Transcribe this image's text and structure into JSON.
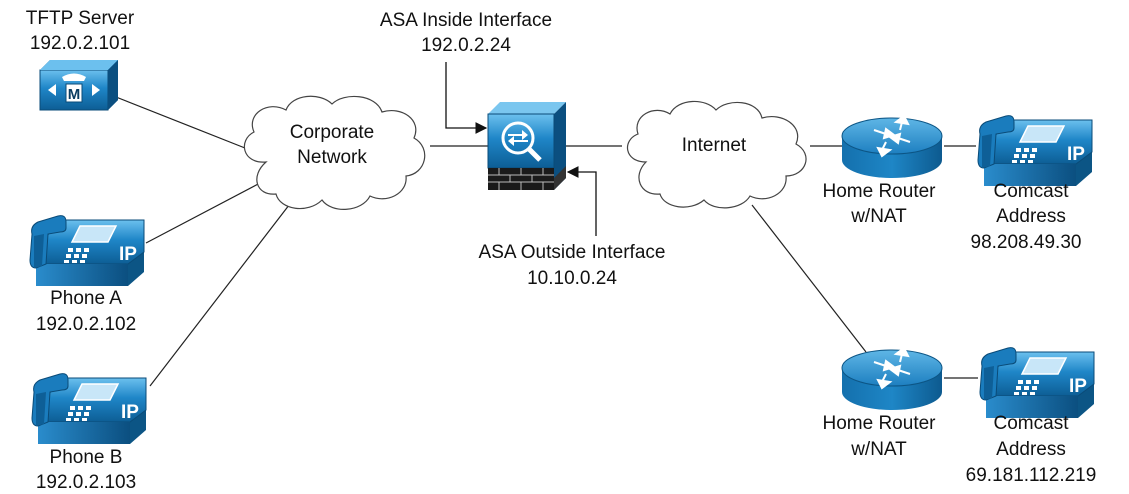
{
  "tftp_server": {
    "name": "TFTP Server",
    "ip": "192.0.2.101",
    "icon": "call-manager-icon"
  },
  "phone_a": {
    "name": "Phone A",
    "ip": "192.0.2.102",
    "icon": "ip-phone-icon",
    "badge": "IP"
  },
  "phone_b": {
    "name": "Phone B",
    "ip": "192.0.2.103",
    "icon": "ip-phone-icon",
    "badge": "IP"
  },
  "corporate_network": {
    "line1": "Corporate",
    "line2": "Network",
    "icon": "cloud-icon"
  },
  "internet": {
    "label": "Internet",
    "icon": "cloud-icon"
  },
  "asa": {
    "icon": "asa-firewall-icon",
    "inside_label": "ASA Inside Interface",
    "inside_ip": "192.0.2.24",
    "outside_label": "ASA Outside Interface",
    "outside_ip": "10.10.0.24"
  },
  "home_router_1": {
    "line1": "Home Router",
    "line2": "w/NAT",
    "icon": "router-icon"
  },
  "home_router_2": {
    "line1": "Home Router",
    "line2": "w/NAT",
    "icon": "router-icon"
  },
  "comcast_1": {
    "line1": "Comcast",
    "line2": "Address",
    "ip": "98.208.49.30",
    "icon": "ip-phone-icon",
    "badge": "IP"
  },
  "comcast_2": {
    "line1": "Comcast",
    "line2": "Address",
    "ip": "69.181.112.219",
    "icon": "ip-phone-icon",
    "badge": "IP"
  },
  "manager_badge": "M",
  "colors": {
    "device_blue": "#1f7fbf",
    "device_dark": "#0e5a8e",
    "device_light": "#5fb0e0",
    "line": "#222222"
  }
}
